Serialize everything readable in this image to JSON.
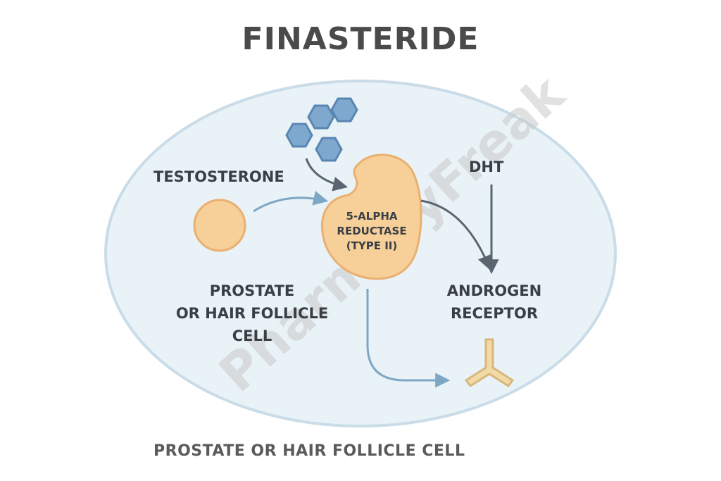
{
  "title": "FINASTERIDE",
  "caption": "PROSTATE OR HAIR FOLLICLE CELL",
  "labels": {
    "testosterone": "TESTOSTERONE",
    "dht": "DHT",
    "enzyme_line1": "5-ALPHA",
    "enzyme_line2": "REDUCTASE",
    "enzyme_line3": "(TYPE II)",
    "cell_line1": "PROSTATE",
    "cell_line2": "OR HAIR FOLLICLE",
    "cell_line3": "CELL",
    "receptor_line1": "ANDROGEN",
    "receptor_line2": "RECEPTOR"
  },
  "watermark": "PharmacyFreak",
  "colors": {
    "cell_fill": "#e9f2f7",
    "cell_border": "#c9dce8",
    "orange_fill": "#f7cf99",
    "orange_border": "#e9b070",
    "hexagon_fill": "#7fa8cf",
    "hexagon_border": "#5a86b3",
    "blue_arrow": "#7ea7c6",
    "dark_arrow": "#5b6570",
    "receptor_fill": "#f2d9a8",
    "receptor_border": "#d9b77b"
  }
}
